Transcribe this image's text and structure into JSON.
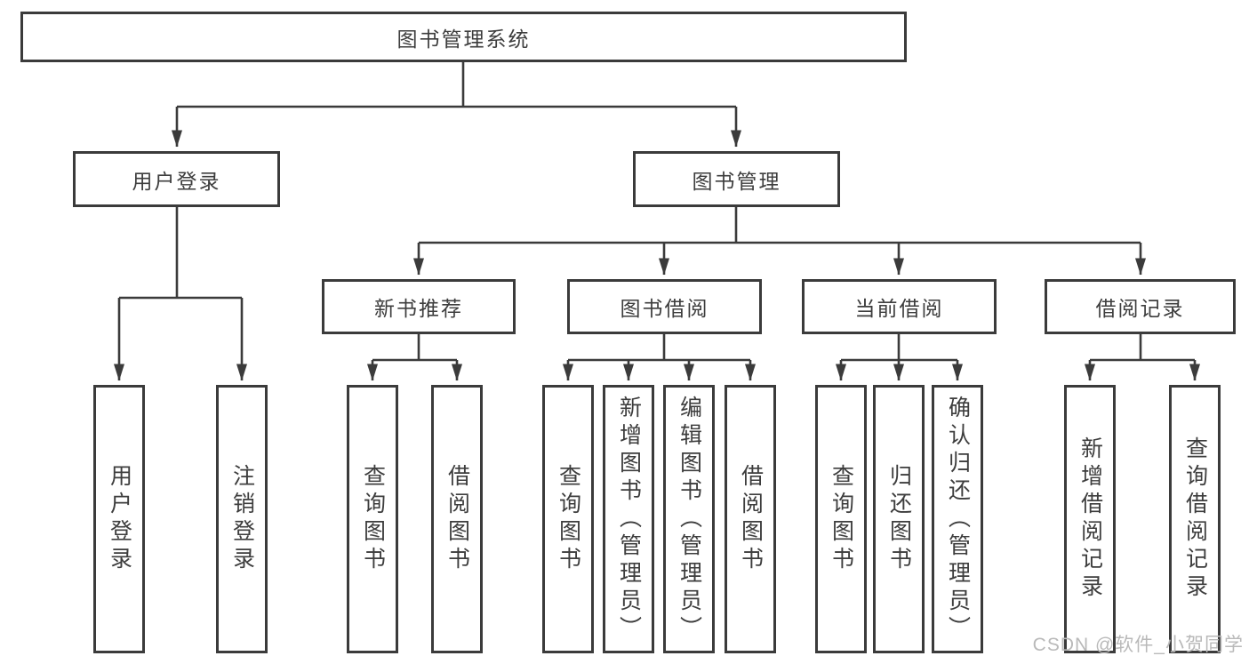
{
  "tree": {
    "root": {
      "label": "图书管理系统"
    },
    "branches": [
      {
        "label": "用户登录",
        "children": [
          {
            "label": "用户登录"
          },
          {
            "label": "注销登录"
          }
        ]
      },
      {
        "label": "图书管理",
        "children": [
          {
            "label": "新书推荐",
            "children": [
              {
                "label": "查询图书"
              },
              {
                "label": "借阅图书"
              }
            ]
          },
          {
            "label": "图书借阅",
            "children": [
              {
                "label": "查询图书"
              },
              {
                "label": "新增图书（管理员）"
              },
              {
                "label": "编辑图书（管理员）"
              },
              {
                "label": "借阅图书"
              }
            ]
          },
          {
            "label": "当前借阅",
            "children": [
              {
                "label": "查询图书"
              },
              {
                "label": "归还图书"
              },
              {
                "label": "确认归还（管理员）"
              }
            ]
          },
          {
            "label": "借阅记录",
            "children": [
              {
                "label": "新增借阅记录"
              },
              {
                "label": "查询借阅记录"
              }
            ]
          }
        ]
      }
    ]
  },
  "watermark": {
    "text": "CSDN @软件_小贺同学"
  },
  "colors": {
    "line": "#3b3b3b",
    "text": "#3d3d3d",
    "watermark": "#b9b9b9",
    "background": "#ffffff"
  }
}
